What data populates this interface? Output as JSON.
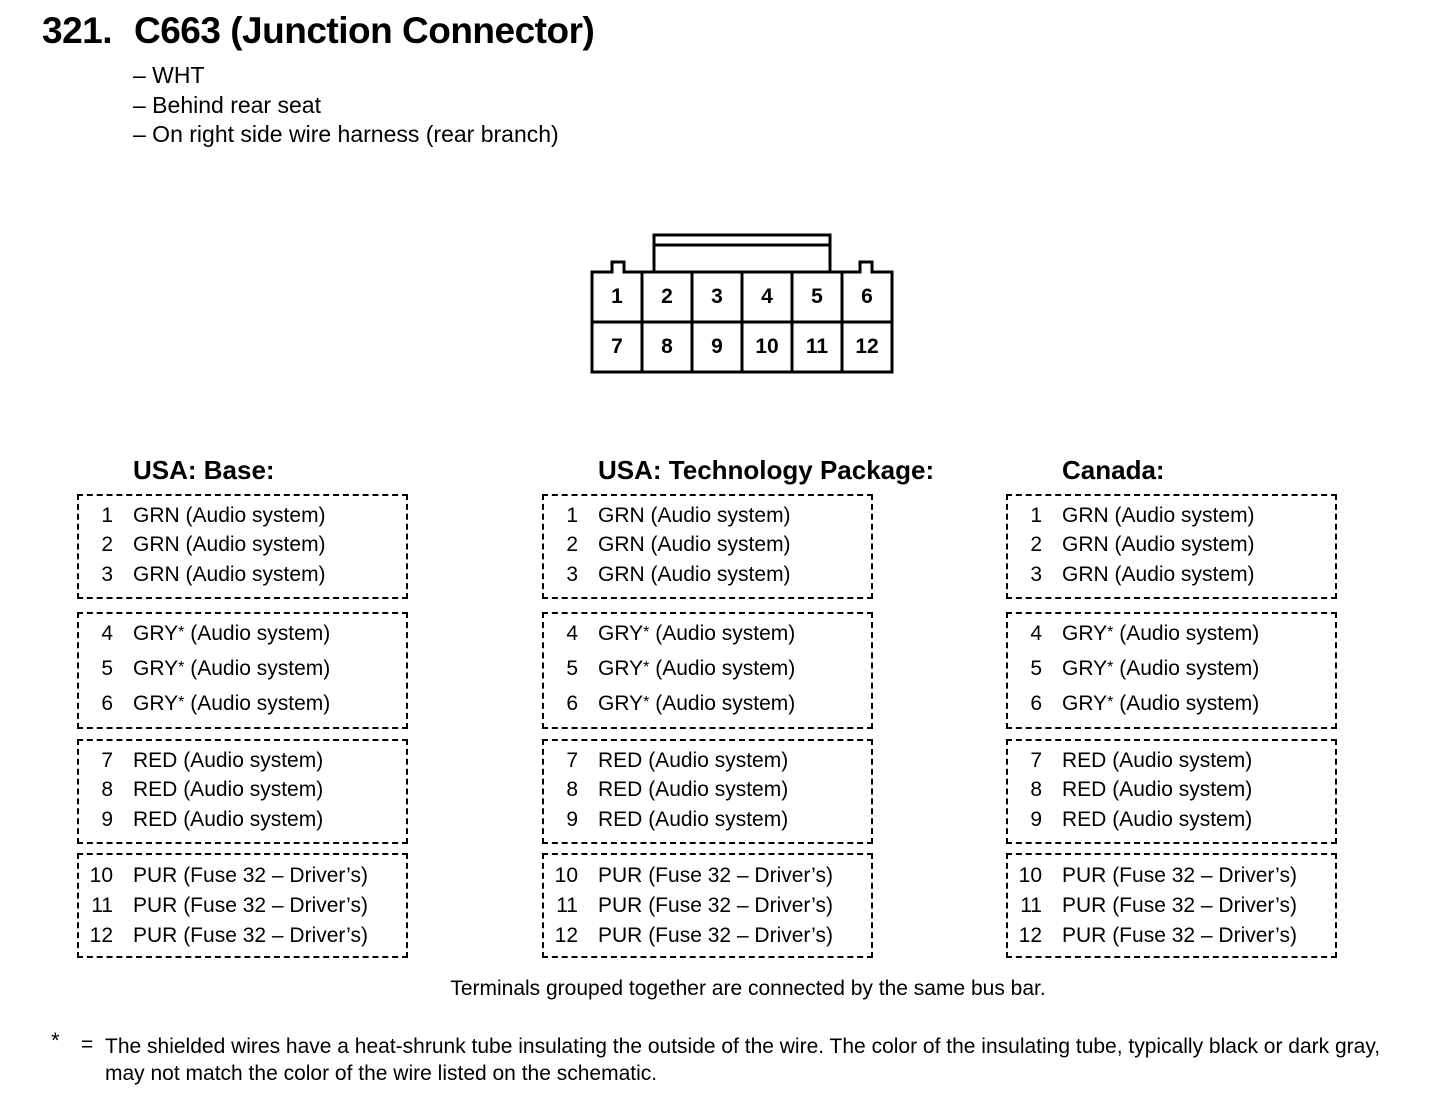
{
  "header": {
    "number": "321.",
    "title": "C663 (Junction Connector)",
    "details": [
      "– WHT",
      "– Behind rear seat",
      "– On right side wire harness (rear branch)"
    ]
  },
  "connector": {
    "top_row": [
      "1",
      "2",
      "3",
      "4",
      "5",
      "6"
    ],
    "bottom_row": [
      "7",
      "8",
      "9",
      "10",
      "11",
      "12"
    ]
  },
  "columns": [
    {
      "heading": "USA: Base:",
      "groups": [
        [
          {
            "pin": "1",
            "wire": "GRN",
            "star": "",
            "desc": "(Audio system)"
          },
          {
            "pin": "2",
            "wire": "GRN",
            "star": "",
            "desc": "(Audio system)"
          },
          {
            "pin": "3",
            "wire": "GRN",
            "star": "",
            "desc": "(Audio system)"
          }
        ],
        [
          {
            "pin": "4",
            "wire": "GRY",
            "star": "*",
            "desc": "(Audio system)"
          },
          {
            "pin": "5",
            "wire": "GRY",
            "star": "*",
            "desc": "(Audio system)"
          },
          {
            "pin": "6",
            "wire": "GRY",
            "star": "*",
            "desc": "(Audio system)"
          }
        ],
        [
          {
            "pin": "7",
            "wire": "RED",
            "star": "",
            "desc": "(Audio system)"
          },
          {
            "pin": "8",
            "wire": "RED",
            "star": "",
            "desc": "(Audio system)"
          },
          {
            "pin": "9",
            "wire": "RED",
            "star": "",
            "desc": "(Audio system)"
          }
        ],
        [
          {
            "pin": "10",
            "wire": "PUR",
            "star": "",
            "desc": "(Fuse 32 – Driver’s)"
          },
          {
            "pin": "11",
            "wire": "PUR",
            "star": "",
            "desc": "(Fuse 32 – Driver’s)"
          },
          {
            "pin": "12",
            "wire": "PUR",
            "star": "",
            "desc": "(Fuse 32 – Driver’s)"
          }
        ]
      ]
    },
    {
      "heading": "USA: Technology Package:",
      "groups": [
        [
          {
            "pin": "1",
            "wire": "GRN",
            "star": "",
            "desc": "(Audio system)"
          },
          {
            "pin": "2",
            "wire": "GRN",
            "star": "",
            "desc": "(Audio system)"
          },
          {
            "pin": "3",
            "wire": "GRN",
            "star": "",
            "desc": "(Audio system)"
          }
        ],
        [
          {
            "pin": "4",
            "wire": "GRY",
            "star": "*",
            "desc": "(Audio system)"
          },
          {
            "pin": "5",
            "wire": "GRY",
            "star": "*",
            "desc": "(Audio system)"
          },
          {
            "pin": "6",
            "wire": "GRY",
            "star": "*",
            "desc": "(Audio system)"
          }
        ],
        [
          {
            "pin": "7",
            "wire": "RED",
            "star": "",
            "desc": "(Audio system)"
          },
          {
            "pin": "8",
            "wire": "RED",
            "star": "",
            "desc": "(Audio system)"
          },
          {
            "pin": "9",
            "wire": "RED",
            "star": "",
            "desc": "(Audio system)"
          }
        ],
        [
          {
            "pin": "10",
            "wire": "PUR",
            "star": "",
            "desc": "(Fuse 32 – Driver’s)"
          },
          {
            "pin": "11",
            "wire": "PUR",
            "star": "",
            "desc": "(Fuse 32 – Driver’s)"
          },
          {
            "pin": "12",
            "wire": "PUR",
            "star": "",
            "desc": "(Fuse 32 – Driver’s)"
          }
        ]
      ]
    },
    {
      "heading": "Canada:",
      "groups": [
        [
          {
            "pin": "1",
            "wire": "GRN",
            "star": "",
            "desc": "(Audio system)"
          },
          {
            "pin": "2",
            "wire": "GRN",
            "star": "",
            "desc": "(Audio system)"
          },
          {
            "pin": "3",
            "wire": "GRN",
            "star": "",
            "desc": "(Audio system)"
          }
        ],
        [
          {
            "pin": "4",
            "wire": "GRY",
            "star": "*",
            "desc": "(Audio system)"
          },
          {
            "pin": "5",
            "wire": "GRY",
            "star": "*",
            "desc": "(Audio system)"
          },
          {
            "pin": "6",
            "wire": "GRY",
            "star": "*",
            "desc": "(Audio system)"
          }
        ],
        [
          {
            "pin": "7",
            "wire": "RED",
            "star": "",
            "desc": "(Audio system)"
          },
          {
            "pin": "8",
            "wire": "RED",
            "star": "",
            "desc": "(Audio system)"
          },
          {
            "pin": "9",
            "wire": "RED",
            "star": "",
            "desc": "(Audio system)"
          }
        ],
        [
          {
            "pin": "10",
            "wire": "PUR",
            "star": "",
            "desc": "(Fuse 32 – Driver’s)"
          },
          {
            "pin": "11",
            "wire": "PUR",
            "star": "",
            "desc": "(Fuse 32 – Driver’s)"
          },
          {
            "pin": "12",
            "wire": "PUR",
            "star": "",
            "desc": "(Fuse 32 – Driver’s)"
          }
        ]
      ]
    }
  ],
  "caption": "Terminals grouped together are connected by the same bus bar.",
  "footnote": {
    "symbol": "*",
    "equals": "=",
    "text": "The shielded wires have a heat-shrunk tube insulating the outside of the wire.  The color of the insulating tube, typically black or dark gray, may not match the color of the wire listed on the schematic."
  }
}
